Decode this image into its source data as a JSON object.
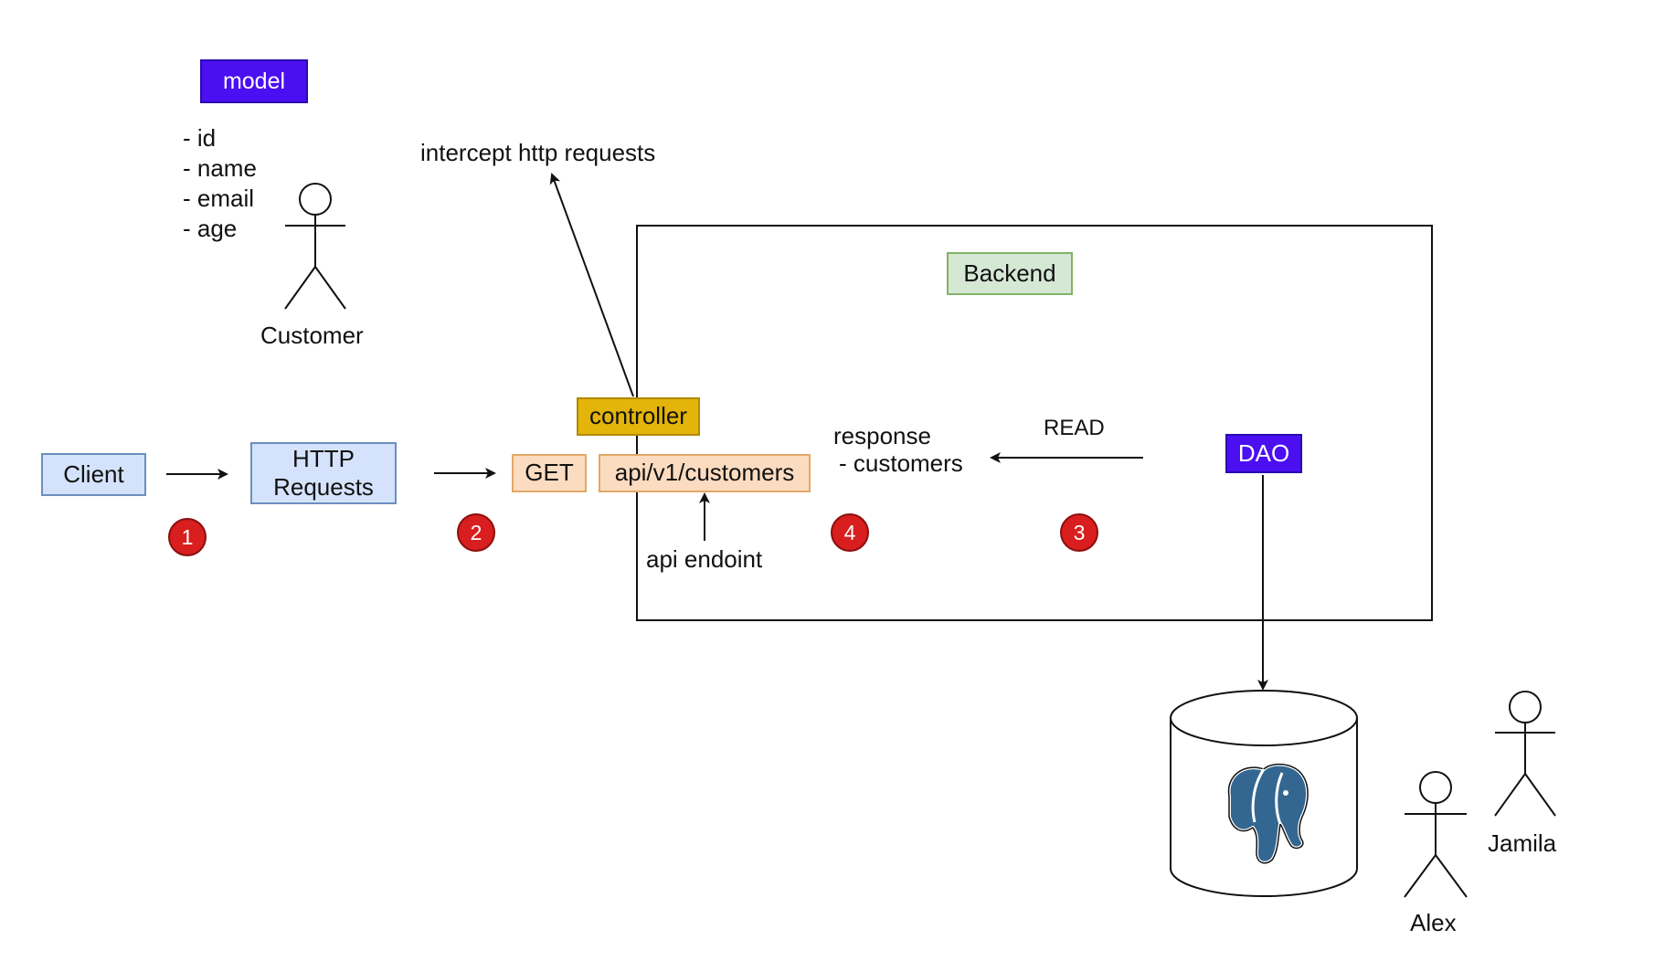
{
  "model": {
    "label": "model",
    "attributes": [
      "- id",
      "- name",
      "- email",
      "- age"
    ]
  },
  "actors": {
    "customer": "Customer",
    "alex": "Alex",
    "jamila": "Jamila"
  },
  "nodes": {
    "client": "Client",
    "http_line1": "HTTP",
    "http_line2": "Requests",
    "controller": "controller",
    "get": "GET",
    "endpoint": "api/v1/customers",
    "backend": "Backend",
    "dao": "DAO"
  },
  "annotations": {
    "intercept": "intercept http requests",
    "api_endpoint": "api endoint",
    "response_line1": "response",
    "response_line2": "- customers",
    "read": "READ"
  },
  "steps": [
    "1",
    "2",
    "3",
    "4"
  ],
  "database": {
    "icon": "postgresql-elephant-icon"
  },
  "colors": {
    "model_fill": "#4b0ff2",
    "dao_fill": "#4b0ff2",
    "client_fill": "#d4e3fb",
    "client_border": "#6c8ebf",
    "controller_fill": "#e3b40a",
    "controller_border": "#b08a00",
    "get_fill": "#fcdcc0",
    "get_border": "#e3a867",
    "backend_fill": "#d5e8d4",
    "backend_border": "#82b366",
    "badge_fill": "#d81e1e",
    "postgres_blue": "#336791"
  }
}
